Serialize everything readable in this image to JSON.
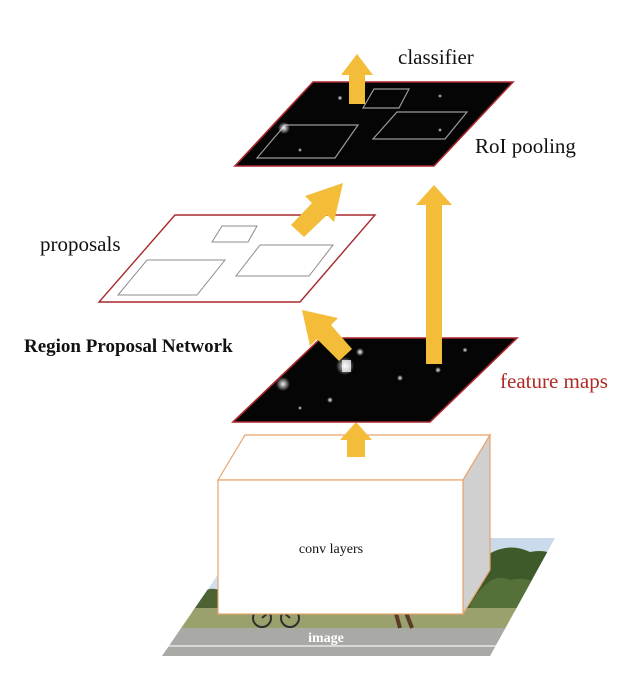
{
  "labels": {
    "classifier": "classifier",
    "roi_pooling": "RoI pooling",
    "proposals": "proposals",
    "rpn": "Region Proposal Network",
    "feature_maps": "feature maps",
    "conv_layers": "conv layers",
    "image": "image"
  },
  "colors": {
    "arrow": "#f3bd3a",
    "map_border": "#a8282e",
    "feature_label": "#b02a25",
    "conv_box_border": "#e8a36a",
    "conv_box_side": "#d0d0d0",
    "proposal_box": "#8c8c8c"
  }
}
